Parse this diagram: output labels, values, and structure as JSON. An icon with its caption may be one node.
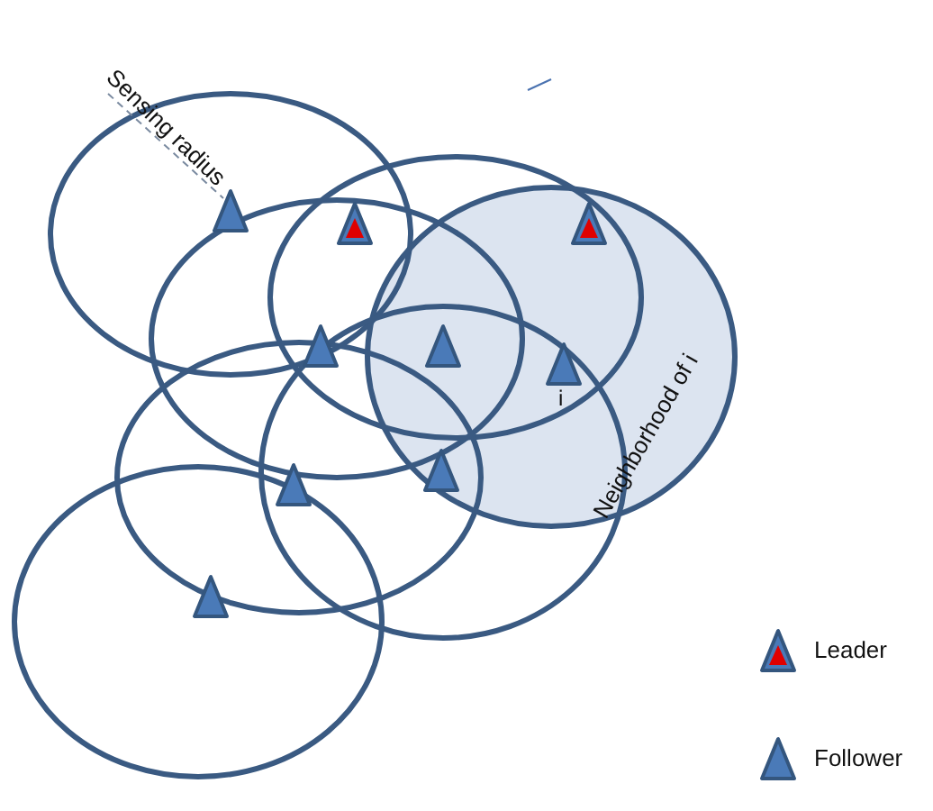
{
  "diagram": {
    "labels": [
      "Sensing radius",
      "i",
      "Neighborhood of i"
    ],
    "legend": [
      {
        "text": "Leader"
      },
      {
        "text": "Follower"
      }
    ]
  }
}
